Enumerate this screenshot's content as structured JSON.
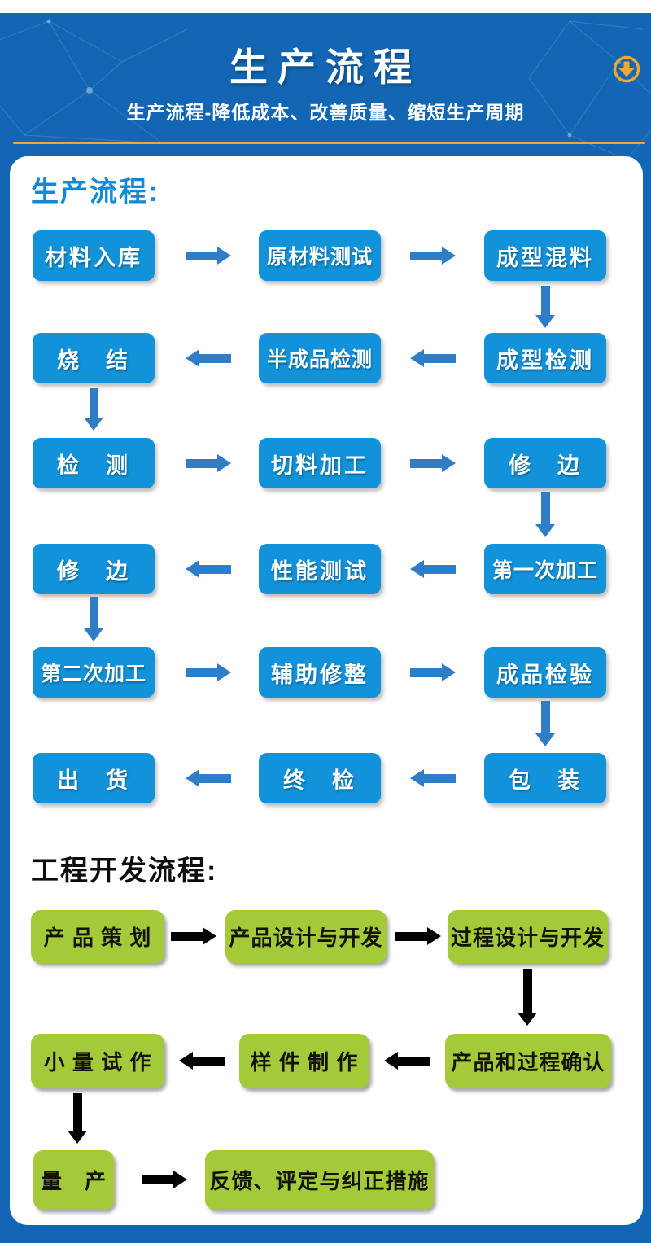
{
  "colors": {
    "header_bg": "#1266b4",
    "box_blue": "#1292d9",
    "arrow_blue": "#2e7dc6",
    "box_green": "#a4ca3a",
    "gold_accent": "#efa832",
    "heading_blue": "#1288d8",
    "eng_arrow_black": "#000000"
  },
  "header": {
    "title": "生产流程",
    "subtitle": "生产流程-降低成本、改善质量、缩短生产周期"
  },
  "production": {
    "heading": "生产流程:",
    "rows": [
      {
        "cells": [
          "材料入库",
          "原材料测试",
          "成型混料"
        ]
      },
      {
        "cells": [
          "烧　结",
          "半成品检测",
          "成型检测"
        ]
      },
      {
        "cells": [
          "检　测",
          "切料加工",
          "修　边"
        ]
      },
      {
        "cells": [
          "修　边",
          "性能测试",
          "第一次加工"
        ]
      },
      {
        "cells": [
          "第二次加工",
          "辅助修整",
          "成品检验"
        ]
      },
      {
        "cells": [
          "出　货",
          "终　检",
          "包　装"
        ]
      }
    ]
  },
  "engineering": {
    "heading": "工程开发流程:",
    "rows": [
      {
        "cells": [
          "产 品 策 划",
          "产品设计与开发",
          "过程设计与开发"
        ]
      },
      {
        "cells": [
          "小 量 试 作",
          "样 件 制 作",
          "产品和过程确认"
        ]
      },
      {
        "cells": [
          "量　产",
          "反馈、评定与纠正措施"
        ]
      }
    ]
  }
}
